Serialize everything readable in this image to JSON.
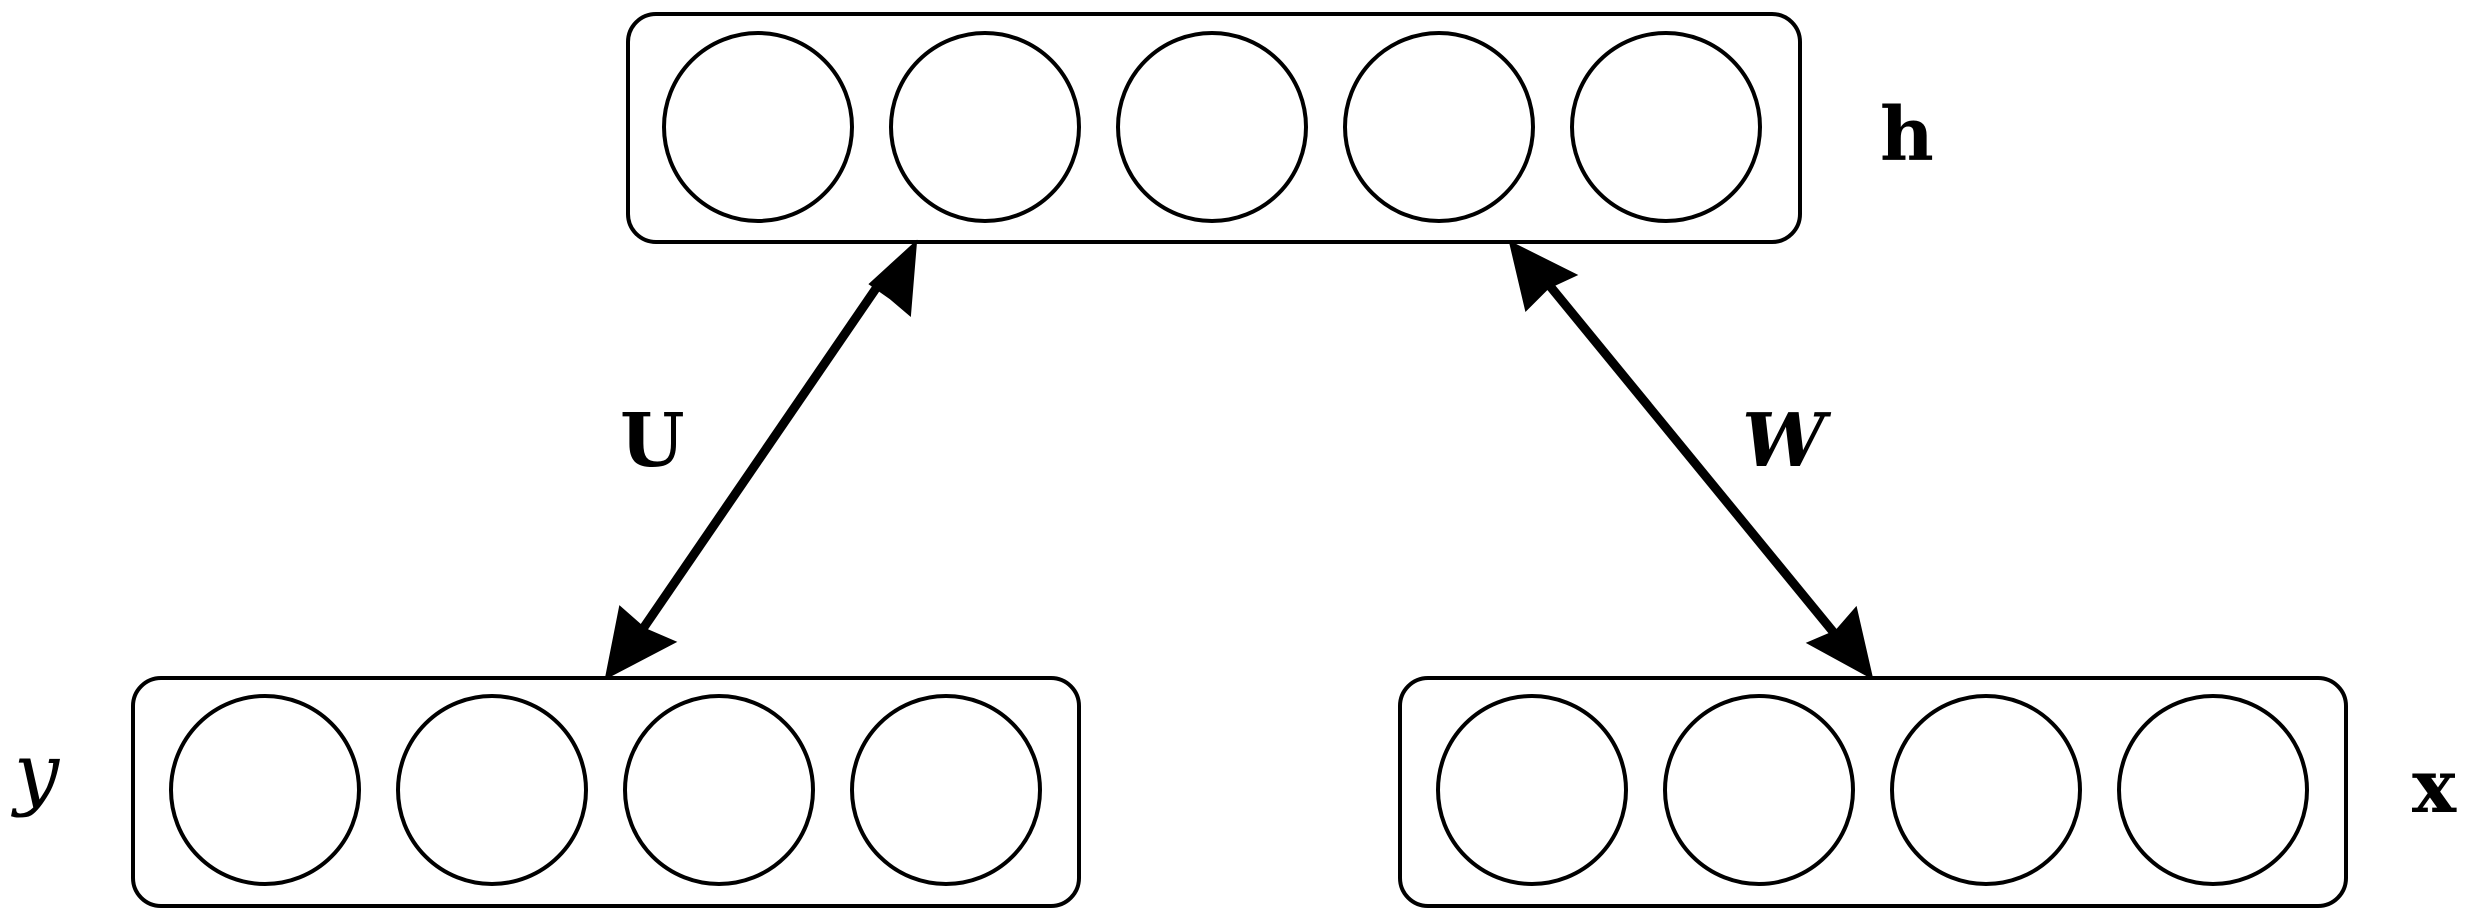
{
  "layers": {
    "hidden": {
      "label": "h",
      "units": 5
    },
    "output": {
      "label": "y",
      "units": 4
    },
    "input": {
      "label": "x",
      "units": 4
    }
  },
  "connections": {
    "u": {
      "label": "U",
      "direction": "bidirectional",
      "from": "y",
      "to": "h"
    },
    "w": {
      "label": "W",
      "direction": "bidirectional",
      "from": "x",
      "to": "h"
    }
  },
  "colors": {
    "stroke": "#000000",
    "background": "#ffffff"
  }
}
